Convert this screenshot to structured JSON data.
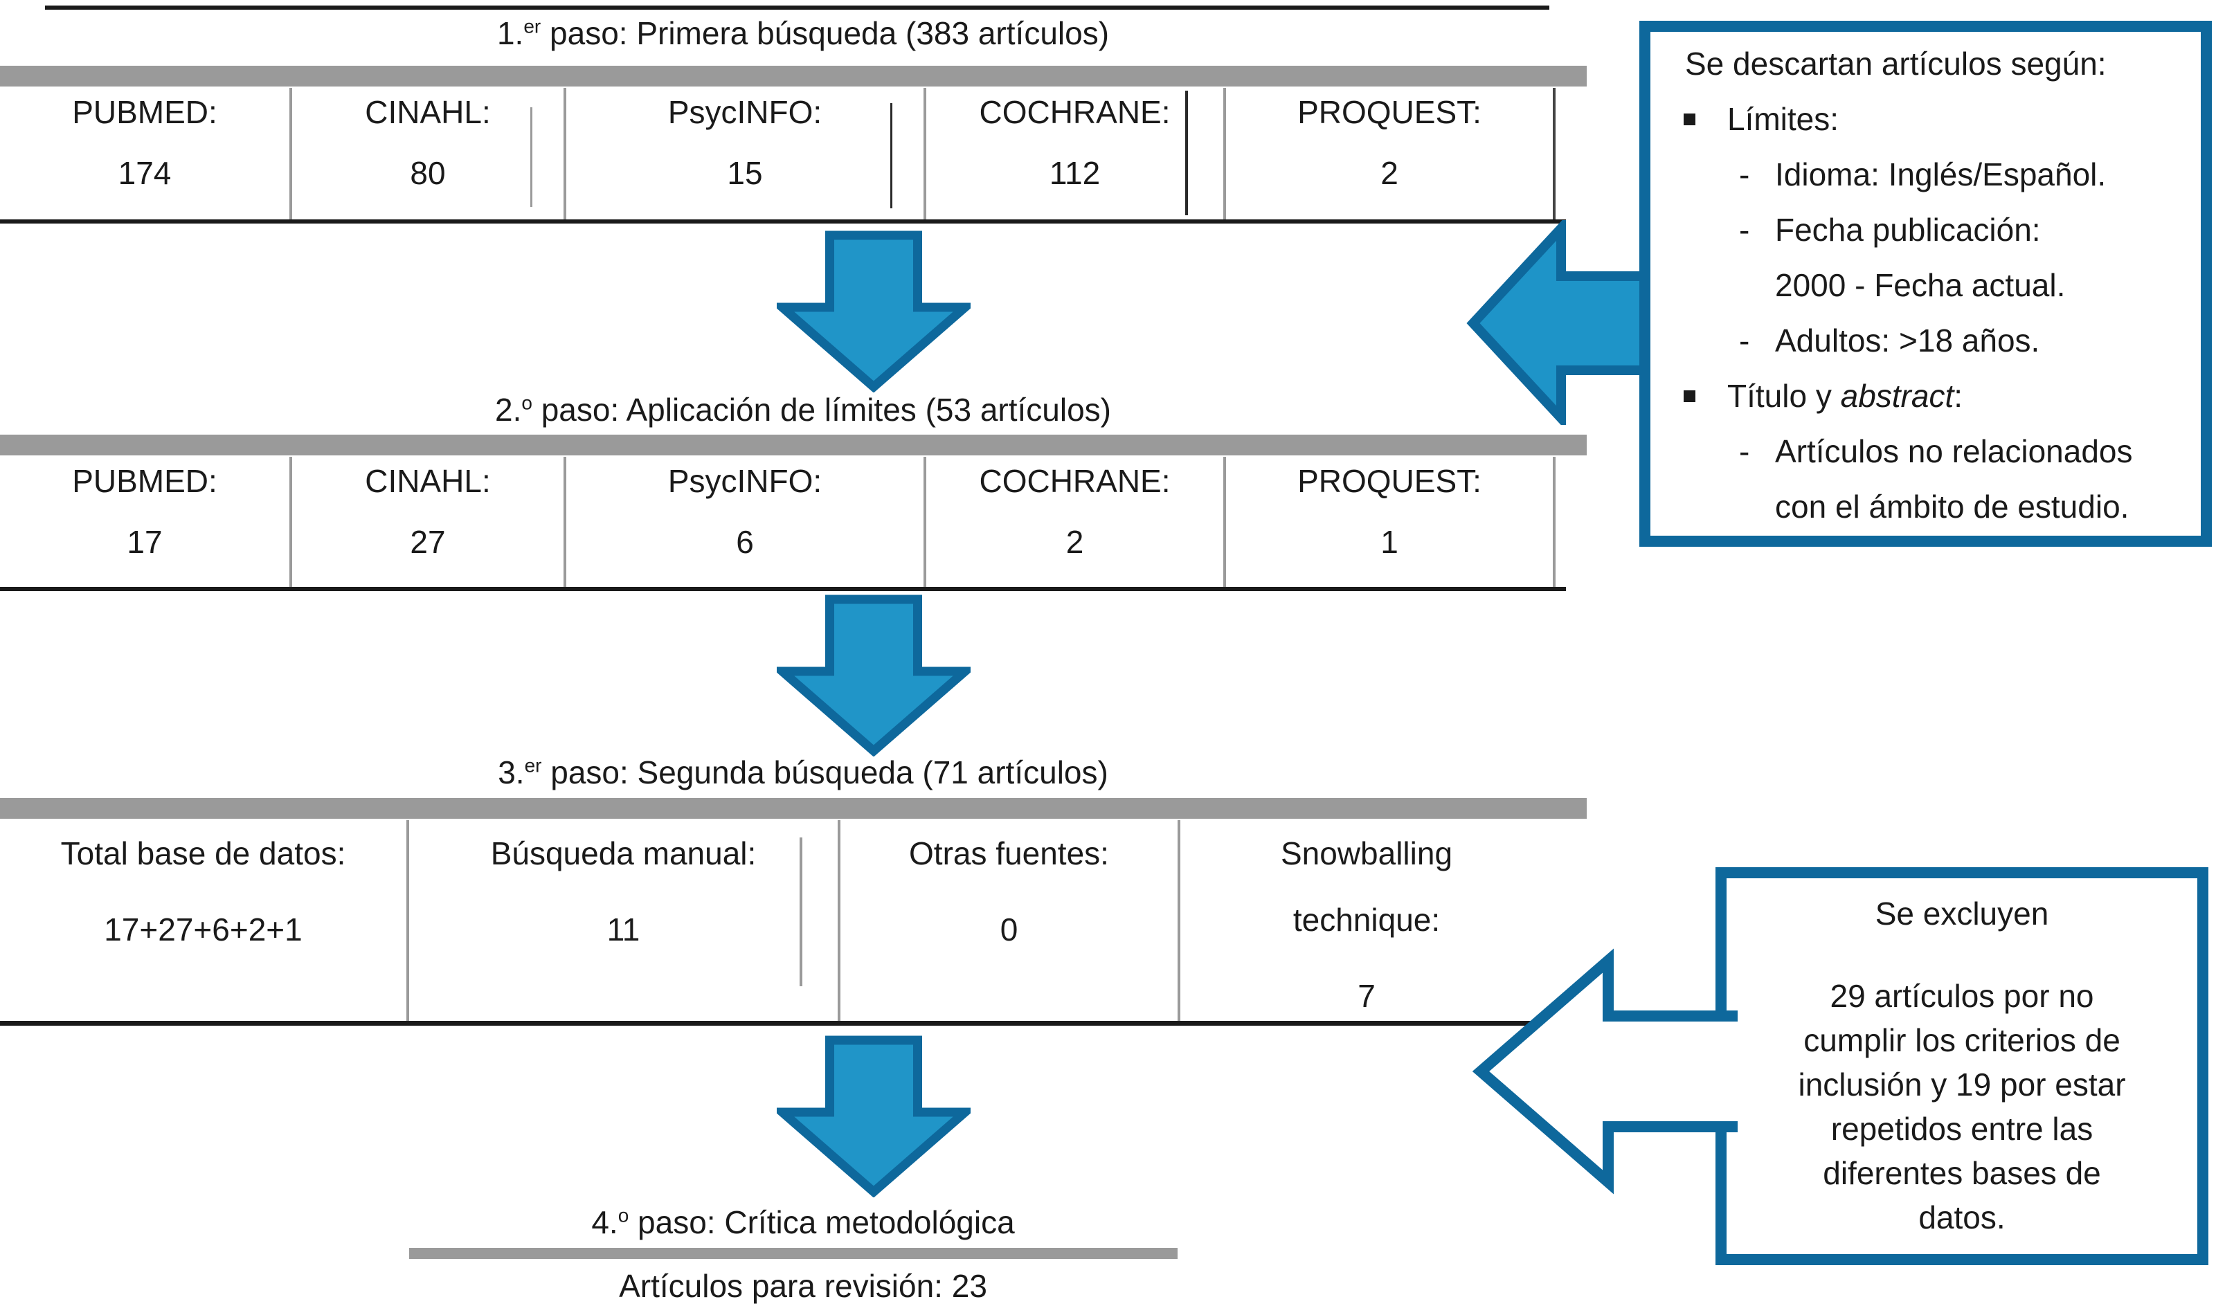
{
  "steps": [
    {
      "pre": "1.",
      "sup": "er",
      "rest": " paso: Primera búsqueda (383 artículos)"
    },
    {
      "pre": "2.",
      "sup": "o",
      "rest": " paso: Aplicación de límites (53 artículos)"
    },
    {
      "pre": "3.",
      "sup": "er",
      "rest": " paso: Segunda búsqueda (71 artículos)"
    },
    {
      "pre": "4.",
      "sup": "o",
      "rest": " paso: Crítica metodológica"
    }
  ],
  "tables": {
    "step1": {
      "columns": [
        {
          "label": "PUBMED:",
          "value": "174"
        },
        {
          "label": "CINAHL:",
          "value": "80"
        },
        {
          "label": "PsycINFO:",
          "value": "15"
        },
        {
          "label": "COCHRANE:",
          "value": "112"
        },
        {
          "label": "PROQUEST:",
          "value": "2"
        }
      ]
    },
    "step2": {
      "columns": [
        {
          "label": "PUBMED:",
          "value": "17"
        },
        {
          "label": "CINAHL:",
          "value": "27"
        },
        {
          "label": "PsycINFO:",
          "value": "6"
        },
        {
          "label": "COCHRANE:",
          "value": "2"
        },
        {
          "label": "PROQUEST:",
          "value": "1"
        }
      ]
    },
    "step3": {
      "columns": [
        {
          "label": "Total base de datos:",
          "value": "17+27+6+2+1"
        },
        {
          "label": "Búsqueda manual:",
          "value": "11"
        },
        {
          "label": "Otras fuentes:",
          "value": "0"
        },
        {
          "label": "Snowballing technique:",
          "value": "7"
        }
      ]
    }
  },
  "discard_box": {
    "title": "Se descartan artículos según:",
    "items": [
      {
        "bullet": true,
        "text": "Límites:"
      },
      {
        "dash": "-",
        "text": "Idioma: Inglés/Español."
      },
      {
        "dash": "-",
        "text": "Fecha publicación:"
      },
      {
        "dash": "",
        "text": "2000 - Fecha actual."
      },
      {
        "dash": "-",
        "text": "Adultos: >18 años."
      },
      {
        "bullet": true,
        "text_pre": "Título y ",
        "text_italic": "abstract",
        "text_post": ":"
      },
      {
        "dash": "-",
        "text": "Artículos no relacionados"
      },
      {
        "dash": "",
        "text": "con el ámbito de estudio."
      }
    ]
  },
  "exclude_box": {
    "title": "Se excluyen",
    "body_lines": [
      "29 artículos por no",
      "cumplir los criterios de",
      "inclusión y 19 por estar",
      "repetidos entre las",
      "diferentes bases de",
      "datos."
    ]
  },
  "footer": {
    "label": "Artículos para revisión: 23"
  },
  "colors": {
    "arrow_fill": "#2095c8",
    "arrow_dark": "#0e689c",
    "bar_gray": "#9a9a9a",
    "text": "#1a1a1a"
  }
}
